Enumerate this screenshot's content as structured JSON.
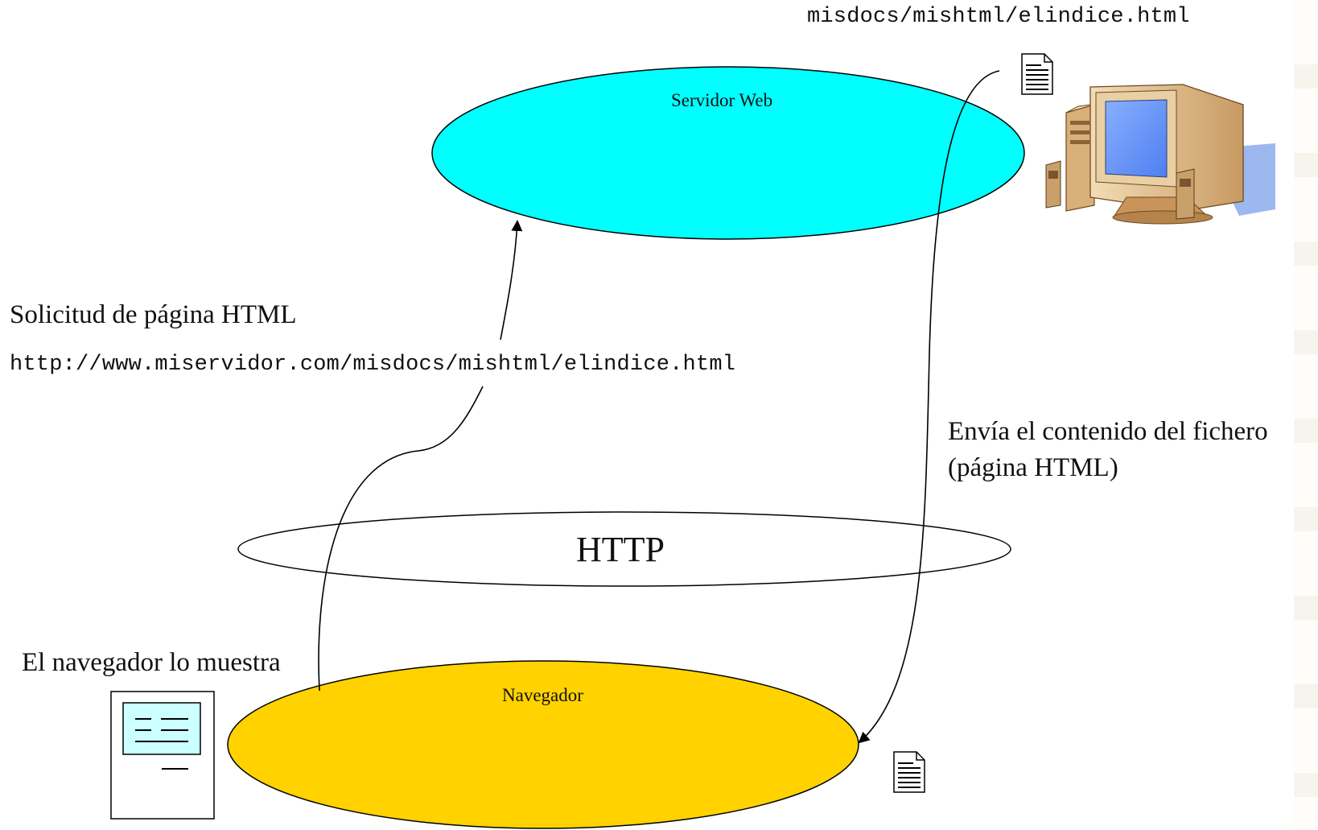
{
  "diagram": {
    "file_path": "misdocs/mishtml/elindice.html",
    "server_label": "Servidor Web",
    "request_title": "Solicitud de página HTML",
    "request_url": "http://www.miservidor.com/misdocs/mishtml/elindice.html",
    "response_line1": "Envía el contenido del fichero",
    "response_line2": "(página HTML)",
    "protocol_label": "HTTP",
    "browser_shows_label": "El navegador lo muestra",
    "browser_label": "Navegador"
  },
  "colors": {
    "server_fill": "#00ffff",
    "browser_fill": "#ffd200",
    "protocol_fill": "#ffffff",
    "screen_fill": "#ccffff",
    "monitor_screen": "#6699ff",
    "computer_case": "#e8c89a"
  },
  "icons": [
    "document-icon",
    "computer-icon",
    "browser-window-icon"
  ]
}
